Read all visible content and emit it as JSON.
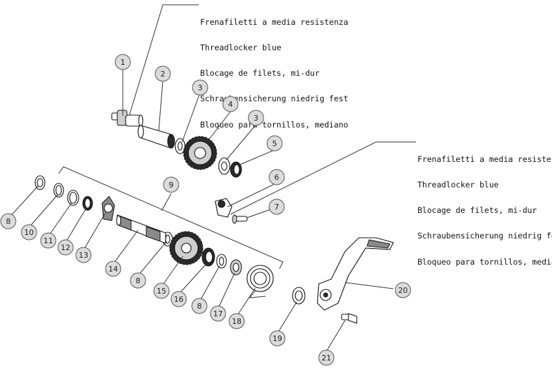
{
  "notes": [
    {
      "id": "top",
      "lines": [
        "Frenafiletti a media resistenza",
        "Threadlocker blue",
        "Blocage de filets, mi-dur",
        "Schraubensicherung niedrig fest",
        "Bloqueo para tornillos, mediano"
      ]
    },
    {
      "id": "right",
      "lines": [
        "Frenafiletti a media resistenza",
        "Threadlocker blue",
        "Blocage de filets, mi-dur",
        "Schraubensicherung niedrig fest",
        "Bloqueo para tornillos, mediano"
      ]
    }
  ],
  "callouts": [
    "1",
    "2",
    "3",
    "4",
    "3",
    "5",
    "6",
    "7",
    "8",
    "9",
    "10",
    "11",
    "12",
    "13",
    "14",
    "8",
    "15",
    "16",
    "8",
    "17",
    "18",
    "19",
    "20",
    "21"
  ]
}
